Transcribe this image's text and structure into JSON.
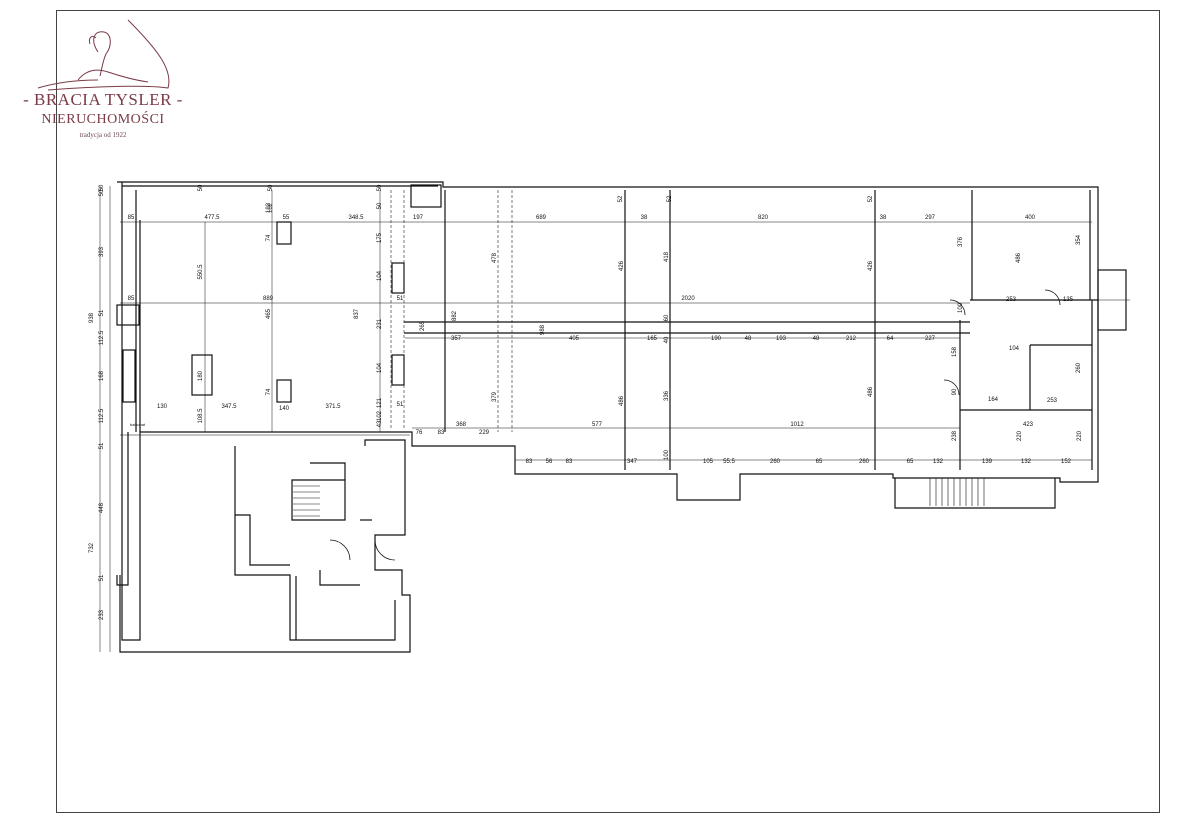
{
  "logo": {
    "brand_name": "- BRACIA TYSLER -",
    "sub": "NIERUCHOMOŚCI",
    "tagline": "tradycja od 1922"
  },
  "plan": {
    "top_dims": [
      "85",
      "477.5",
      "55",
      "348.5",
      "197",
      "689",
      "38",
      "820",
      "38",
      "297",
      "400"
    ],
    "wall_dims": [
      "50",
      "50",
      "50",
      "102",
      "50",
      "50",
      "52",
      "52",
      "52"
    ],
    "long_dim": "2020",
    "left_dims": [
      "50",
      "393",
      "938",
      "51",
      "112.5",
      "168",
      "112.5",
      "51",
      "448",
      "732",
      "51",
      "233"
    ],
    "wing_dims": [
      "550.5",
      "465",
      "837",
      "889",
      "74",
      "74",
      "102",
      "102",
      "175",
      "104",
      "231",
      "104",
      "121",
      "43",
      "51",
      "51",
      "85",
      "130",
      "347.5",
      "108.5",
      "140",
      "371.5",
      "180"
    ],
    "corridor_dims": [
      "357",
      "405",
      "165",
      "190",
      "48",
      "193",
      "48",
      "212",
      "64",
      "227"
    ],
    "room_dims": [
      "478",
      "426",
      "418",
      "426",
      "379",
      "486",
      "336",
      "486",
      "882",
      "988",
      "265",
      "60",
      "40"
    ],
    "lower_dims": [
      "76",
      "83",
      "368",
      "229",
      "577",
      "1012",
      "83",
      "56",
      "83",
      "347",
      "100",
      "105",
      "55.5",
      "260",
      "65",
      "260",
      "65",
      "132",
      "139",
      "132",
      "152"
    ],
    "right_dims": [
      "376",
      "486",
      "354",
      "253",
      "135",
      "100",
      "158",
      "90",
      "164",
      "253",
      "104",
      "423",
      "238",
      "220",
      "220",
      "260"
    ],
    "small_labels": [
      "balkonat"
    ]
  }
}
